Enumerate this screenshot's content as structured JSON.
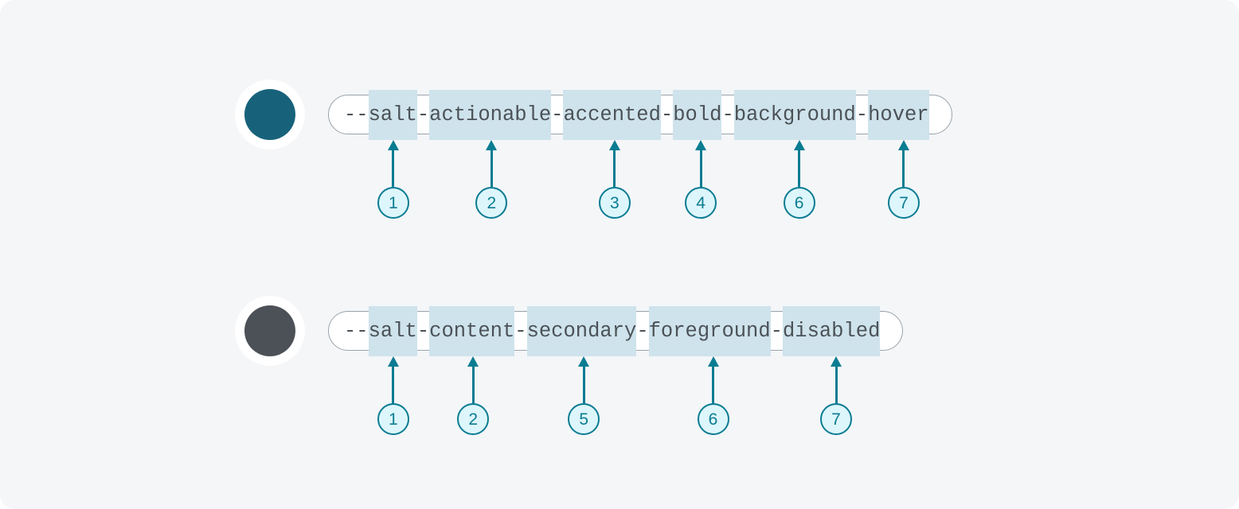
{
  "colors": {
    "page_background": "#ffffff",
    "card_background": "#f4f6f8",
    "pill_background": "#ffffff",
    "pill_border": "#9aa3aa",
    "token_text": "#4b5257",
    "segment_highlight": "#cfe3ec",
    "accent": "#0a7c92",
    "callout_fill": "#ddf6fb",
    "swatch_ring": "#ffffff"
  },
  "rows": [
    {
      "id": "row-accented-bold-background-hover",
      "swatch": {
        "name": "accented-bold-background-hover-swatch",
        "color": "#17627a"
      },
      "token": "--salt-actionable-accented-bold-background-hover",
      "prefix": "--",
      "segments": [
        {
          "text": "salt",
          "highlighted": true,
          "callout": "1"
        },
        {
          "text": "-",
          "highlighted": false,
          "callout": null
        },
        {
          "text": "actionable",
          "highlighted": true,
          "callout": "2"
        },
        {
          "text": "-",
          "highlighted": false,
          "callout": null
        },
        {
          "text": "accented",
          "highlighted": true,
          "callout": "3"
        },
        {
          "text": "-",
          "highlighted": false,
          "callout": null
        },
        {
          "text": "bold",
          "highlighted": true,
          "callout": "4"
        },
        {
          "text": "-",
          "highlighted": false,
          "callout": null
        },
        {
          "text": "background",
          "highlighted": true,
          "callout": "6"
        },
        {
          "text": "-",
          "highlighted": false,
          "callout": null
        },
        {
          "text": "hover",
          "highlighted": true,
          "callout": "7"
        }
      ],
      "callout_numbers": [
        "1",
        "2",
        "3",
        "4",
        "6",
        "7"
      ]
    },
    {
      "id": "row-secondary-foreground-disabled",
      "swatch": {
        "name": "content-secondary-foreground-disabled-swatch",
        "color": "#4c5157"
      },
      "token": "--salt-content-secondary-foreground-disabled",
      "prefix": "--",
      "segments": [
        {
          "text": "salt",
          "highlighted": true,
          "callout": "1"
        },
        {
          "text": "-",
          "highlighted": false,
          "callout": null
        },
        {
          "text": "content",
          "highlighted": true,
          "callout": "2"
        },
        {
          "text": "-",
          "highlighted": false,
          "callout": null
        },
        {
          "text": "secondary",
          "highlighted": true,
          "callout": "5"
        },
        {
          "text": "-",
          "highlighted": false,
          "callout": null
        },
        {
          "text": "foreground",
          "highlighted": true,
          "callout": "6"
        },
        {
          "text": "-",
          "highlighted": false,
          "callout": null
        },
        {
          "text": "disabled",
          "highlighted": true,
          "callout": "7"
        }
      ],
      "callout_numbers": [
        "1",
        "2",
        "5",
        "6",
        "7"
      ]
    }
  ]
}
